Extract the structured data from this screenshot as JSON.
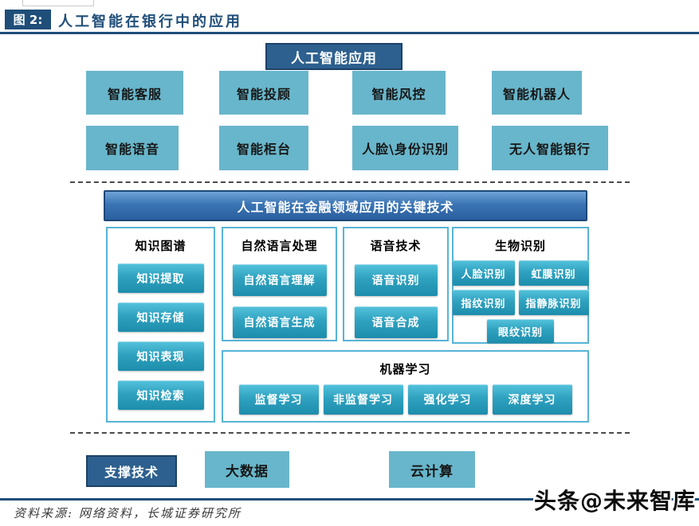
{
  "figure": {
    "label": "图 2:",
    "title": "人工智能在银行中的应用"
  },
  "top_section": {
    "root": "人工智能应用",
    "row1": [
      "智能客服",
      "智能投顾",
      "智能风控",
      "智能机器人"
    ],
    "row2": [
      "智能语音",
      "智能柜台",
      "人脸\\身份识别",
      "无人智能银行"
    ]
  },
  "key_tech": {
    "banner": "人工智能在金融领域应用的关键技术",
    "panels": [
      {
        "title": "知识图谱",
        "items": [
          "知识提取",
          "知识存储",
          "知识表现",
          "知识检索"
        ]
      },
      {
        "title": "自然语言处理",
        "items": [
          "自然语言理解",
          "自然语言生成"
        ]
      },
      {
        "title": "语音技术",
        "items": [
          "语音识别",
          "语音合成"
        ]
      },
      {
        "title": "生物识别",
        "items": [
          "人脸识别",
          "虹膜识别",
          "指纹识别",
          "指静脉识别",
          "眼纹识别"
        ]
      },
      {
        "title": "机器学习",
        "items": [
          "监督学习",
          "非监督学习",
          "强化学习",
          "深度学习"
        ]
      }
    ]
  },
  "bottom_section": {
    "label": "支撑技术",
    "items": [
      "大数据",
      "云计算"
    ]
  },
  "footer": {
    "source": "资料来源: 网络资料，长城证券研究所",
    "watermark": "头条@未来智库"
  },
  "colors": {
    "navy": "#1f4e79",
    "dark_box": "#2d608f",
    "teal_flat": "#68b6cb",
    "teal_gradient_top": "#55c3dc",
    "teal_gradient_bottom": "#1d8dac",
    "banner_gradient_top": "#6fa3d8",
    "banner_gradient_bottom": "#2a5f9f",
    "panel_border": "#57b4d6"
  }
}
